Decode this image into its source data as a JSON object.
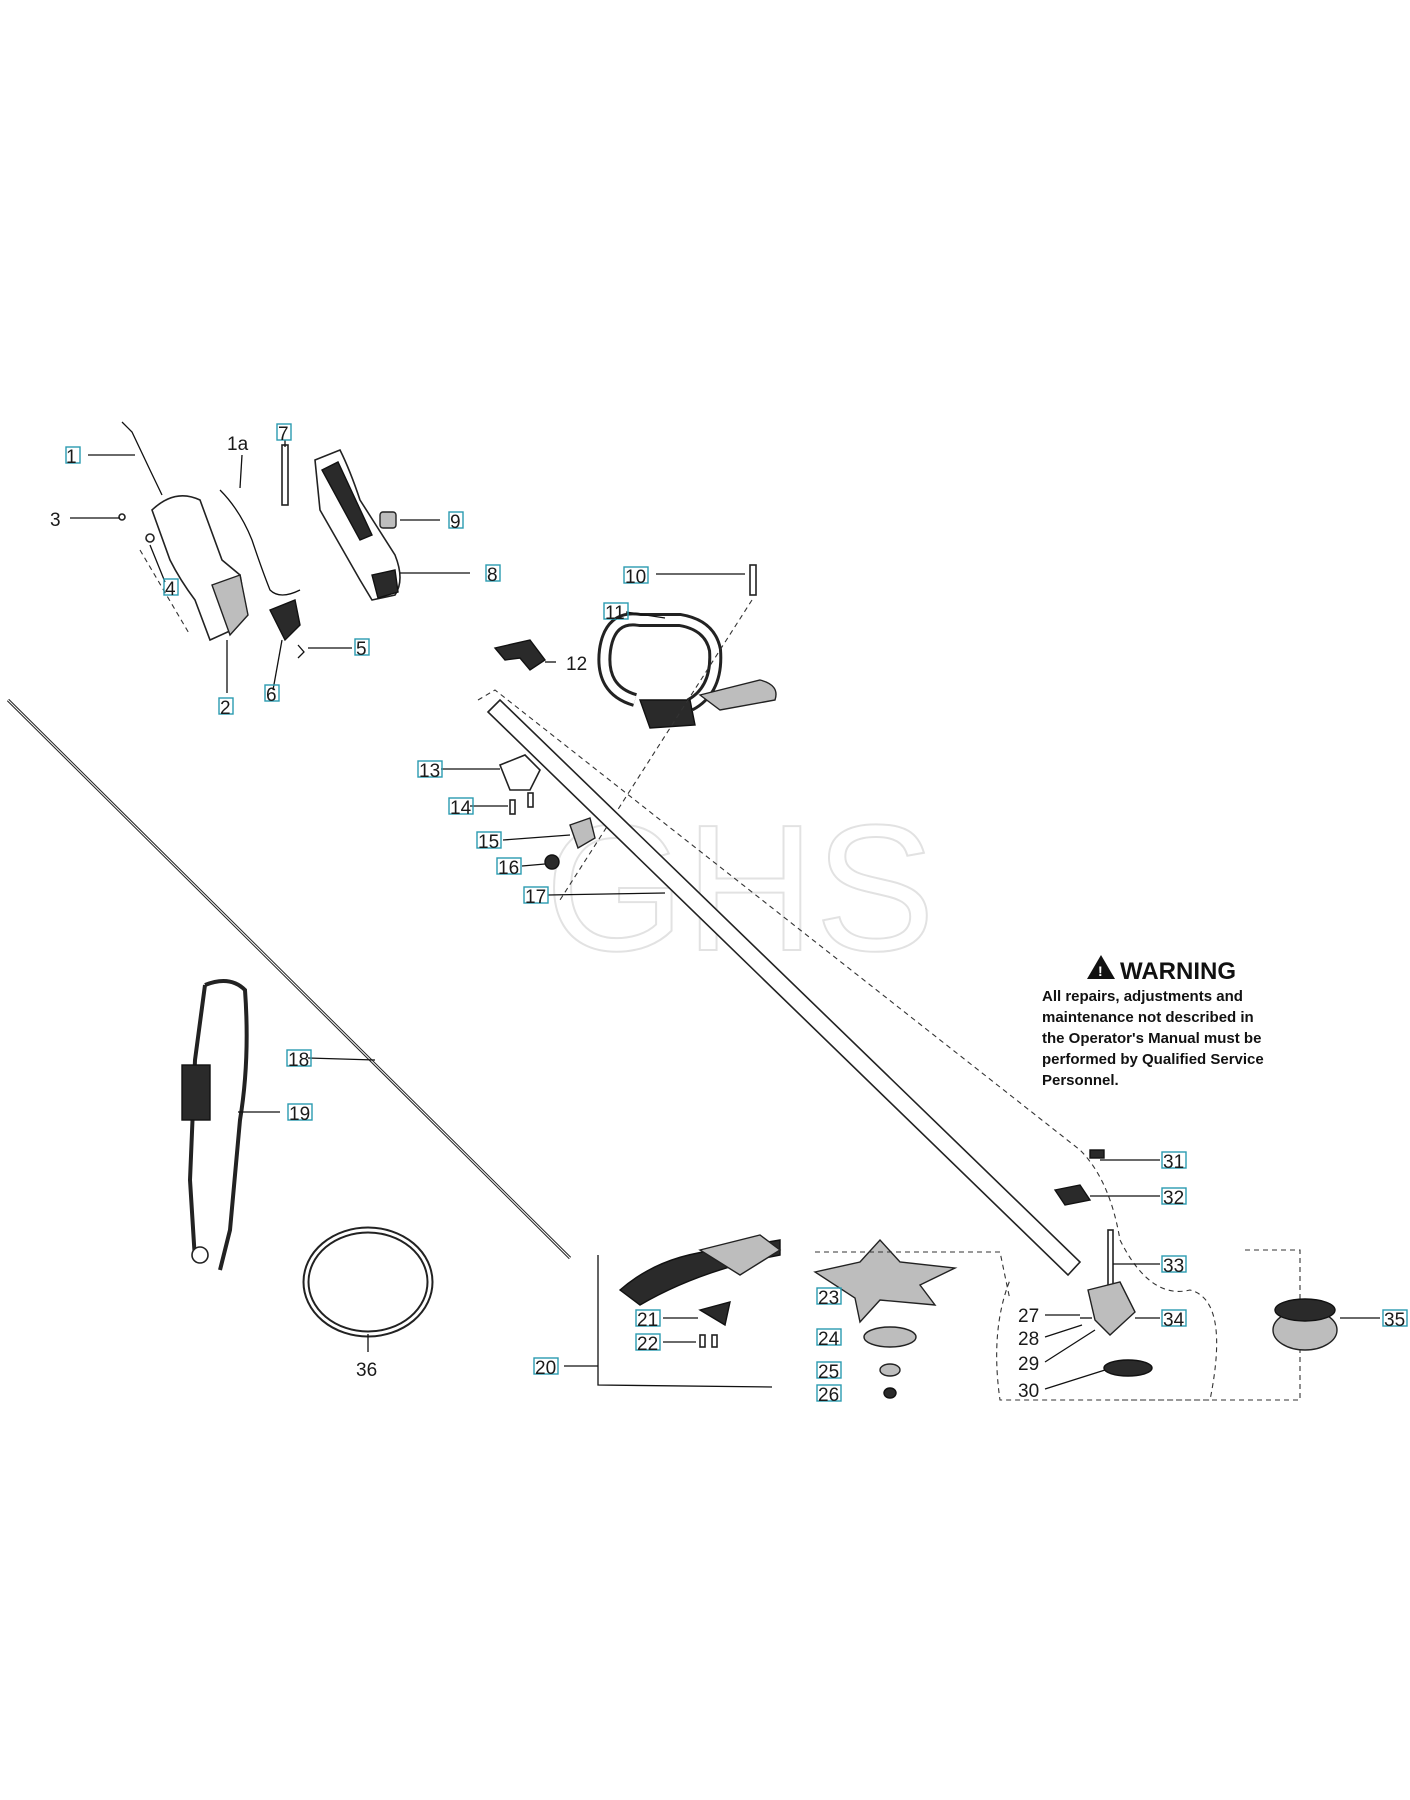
{
  "watermark": "GHS",
  "warning": {
    "title": "WARNING",
    "lines": [
      "All repairs, adjustments and",
      "maintenance not described in",
      "the Operator's Manual must be",
      "performed by Qualified Service",
      "Personnel."
    ]
  },
  "callouts": {
    "c1": "1",
    "c1a": "1a",
    "c2": "2",
    "c3": "3",
    "c4": "4",
    "c5": "5",
    "c6": "6",
    "c7": "7",
    "c8": "8",
    "c9": "9",
    "c10": "10",
    "c11": "11",
    "c12": "12",
    "c13": "13",
    "c14": "14",
    "c15": "15",
    "c16": "16",
    "c17": "17",
    "c18": "18",
    "c19": "19",
    "c20": "20",
    "c21": "21",
    "c22": "22",
    "c23": "23",
    "c24": "24",
    "c25": "25",
    "c26": "26",
    "c27": "27",
    "c28": "28",
    "c29": "29",
    "c30": "30",
    "c31": "31",
    "c32": "32",
    "c33": "33",
    "c34": "34",
    "c35": "35",
    "c36": "36"
  },
  "colors": {
    "callout_box": "#2a9bb0",
    "ink": "#111111",
    "watermark": "#e2e2e2"
  }
}
